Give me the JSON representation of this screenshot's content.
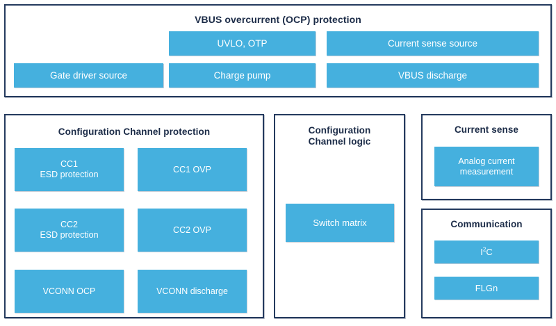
{
  "diagram": {
    "colors": {
      "block_fill": "#45b0de",
      "block_text": "#ffffff",
      "panel_border": "#243a5e",
      "panel_fill": "#ffffff",
      "title_text": "#1b2b47"
    }
  },
  "panels": {
    "vbus": {
      "title": "VBUS overcurrent (OCP) protection",
      "blocks": [
        {
          "label": "UVLO, OTP"
        },
        {
          "label": "Current sense source"
        },
        {
          "label": "Gate driver source"
        },
        {
          "label": "Charge pump"
        },
        {
          "label": "VBUS discharge"
        }
      ]
    },
    "cc_protection": {
      "title": "Configuration Channel protection",
      "blocks": [
        {
          "line1": "CC1",
          "line2": "ESD protection"
        },
        {
          "line1": "CC1 OVP",
          "line2": ""
        },
        {
          "line1": "CC2",
          "line2": "ESD protection"
        },
        {
          "line1": "CC2 OVP",
          "line2": ""
        },
        {
          "line1": "VCONN OCP",
          "line2": ""
        },
        {
          "line1": "VCONN discharge",
          "line2": ""
        }
      ]
    },
    "cc_logic": {
      "title_line1": "Configuration",
      "title_line2": "Channel logic",
      "blocks": [
        {
          "label": "Switch matrix"
        }
      ]
    },
    "current_sense": {
      "title": "Current sense",
      "blocks": [
        {
          "line1": "Analog current",
          "line2": "measurement"
        }
      ]
    },
    "communication": {
      "title": "Communication",
      "blocks": [
        {
          "label_html": "I<sup>2</sup>C",
          "label": "I²C"
        },
        {
          "label": "FLGn"
        }
      ]
    }
  }
}
